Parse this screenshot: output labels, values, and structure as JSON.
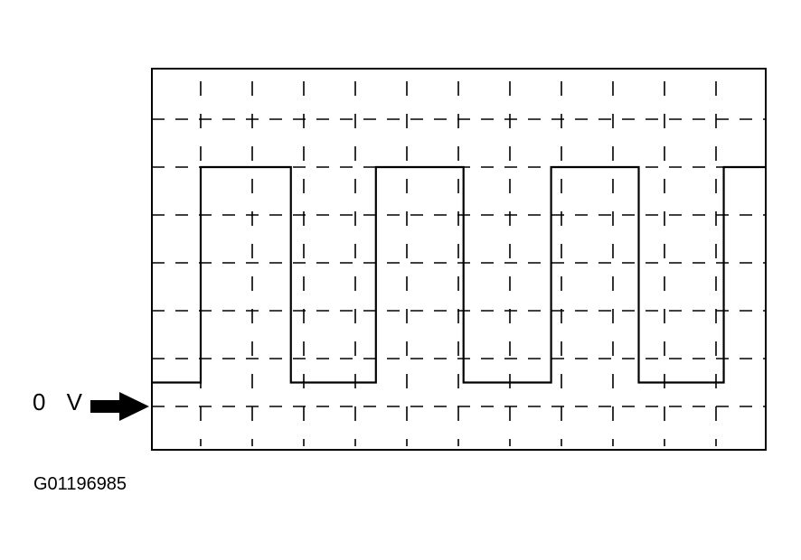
{
  "zero_volt_label": "0 V",
  "figure_id": "G01196985",
  "arrow_icon": "right-arrow-icon",
  "colors": {
    "ink": "#000000",
    "background": "#ffffff"
  },
  "waveform": {
    "type": "square",
    "high_level_div": 5,
    "low_level_div": 0.5,
    "reference_level_div": 0,
    "start_level": "low",
    "transition_times_div": [
      1.0,
      2.75,
      4.4,
      6.1,
      7.8,
      9.5,
      11.15
    ],
    "time_range_div": [
      0,
      12
    ],
    "level_range_div": [
      -1,
      6
    ],
    "grid": "dashed"
  }
}
